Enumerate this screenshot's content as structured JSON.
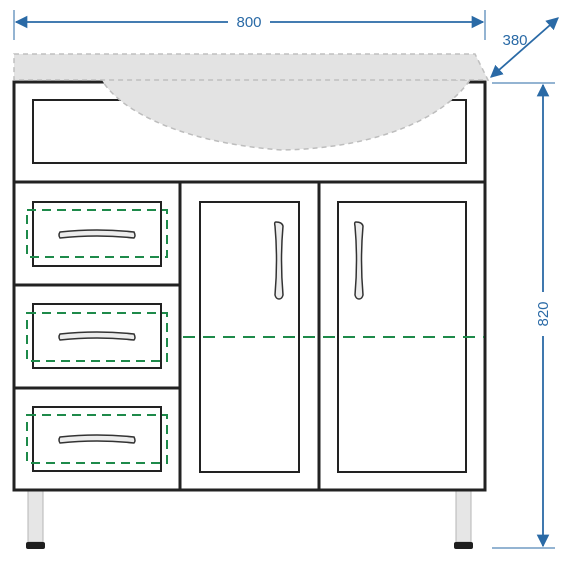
{
  "dimensions": {
    "width": "800",
    "depth": "380",
    "height": "820"
  },
  "colors": {
    "outline": "#222222",
    "dimension": "#2a6aa6",
    "dashed_guide": "#1e8a4a",
    "sink": "#e2e2e2",
    "sink_edge": "#bdbdbd",
    "leg": "#e6e6e6"
  },
  "parts": {
    "drawer_count": 3,
    "door_count": 2,
    "leg_count": 2
  }
}
